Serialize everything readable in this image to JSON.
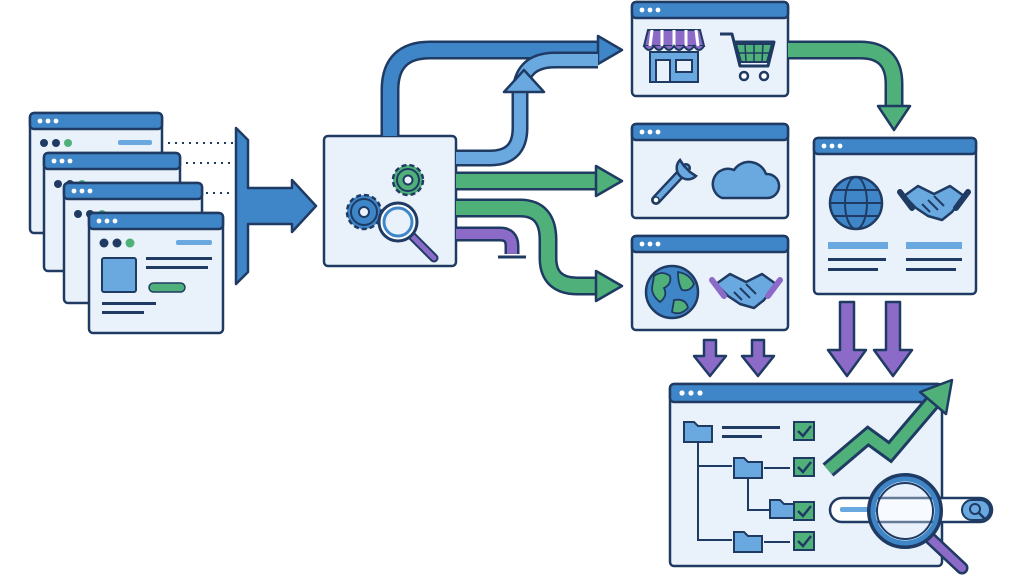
{
  "title": "",
  "colors": {
    "blue": "#3f86c9",
    "blue_light": "#6aa9e0",
    "green": "#4fb07a",
    "purple": "#8b6bc7",
    "outline": "#1f3b63",
    "panel_bg": "#e9f2fb",
    "titlebar": "#3f86c9",
    "background": "#ffffff"
  },
  "icons": {
    "source_pages": "stacked-webpage-icons",
    "processor": "gears-magnifier-icon",
    "store": "storefront-icon",
    "cart": "shopping-cart-icon",
    "wrench": "wrench-icon",
    "cloud": "cloud-icon",
    "globe": "globe-icon",
    "handshake": "handshake-icon",
    "sitemap": "folder-tree-icon",
    "growth": "rising-trend-arrow-icon",
    "search": "search-bar-magnifier-icon"
  },
  "nodes": [
    "source-pages",
    "processor",
    "commerce-panel",
    "tools-cloud-panel",
    "globe-partner-panel",
    "merged-panel",
    "sitemap-results-panel"
  ],
  "edges": [
    {
      "from": "source-pages",
      "to": "processor",
      "color": "blue"
    },
    {
      "from": "processor",
      "to": "commerce-panel",
      "color": "blue"
    },
    {
      "from": "processor",
      "to": "tools-cloud-panel",
      "color": "green"
    },
    {
      "from": "processor",
      "to": "globe-partner-panel",
      "color": "green"
    },
    {
      "from": "commerce-panel",
      "to": "merged-panel",
      "color": "green"
    },
    {
      "from": "globe-partner-panel",
      "to": "sitemap-results-panel",
      "color": "purple"
    },
    {
      "from": "merged-panel",
      "to": "sitemap-results-panel",
      "color": "purple"
    }
  ]
}
